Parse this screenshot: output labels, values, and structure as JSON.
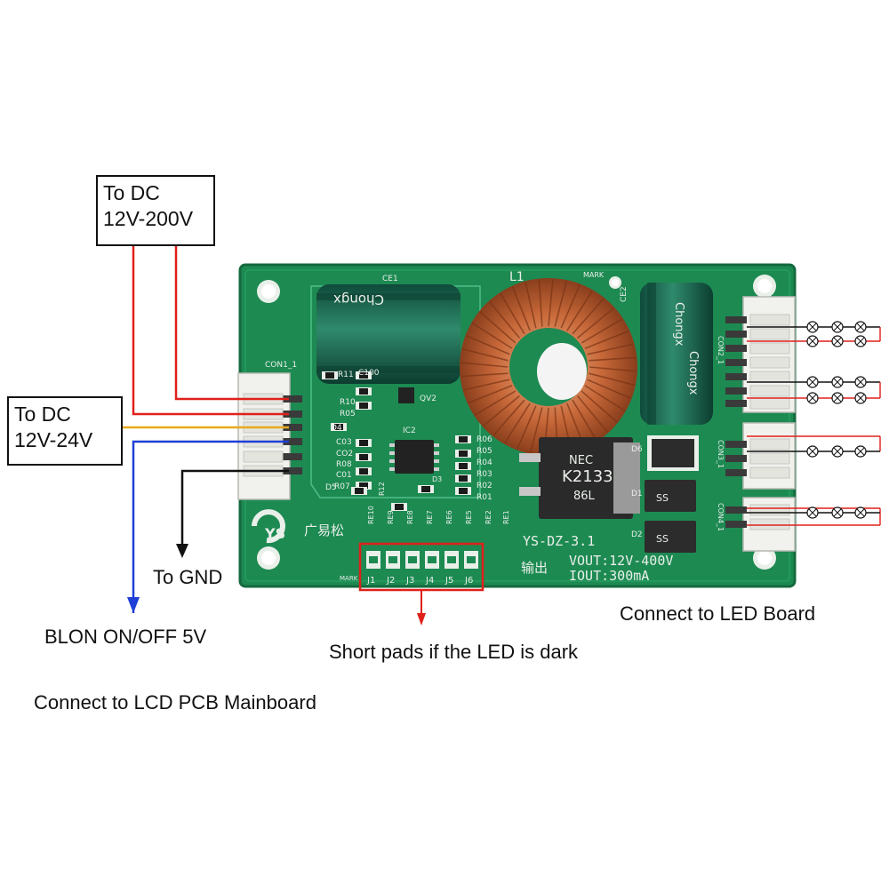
{
  "labels": {
    "dc_high_line1": "To DC",
    "dc_high_line2": "12V-200V",
    "dc_low_line1": "To DC",
    "dc_low_line2": "12V-24V",
    "gnd": "To GND",
    "blon": "BLON ON/OFF 5V",
    "lcd_mainboard": "Connect to LCD PCB Mainboard",
    "led_board": "Connect to LED Board",
    "short_pads": "Short pads if the LED is dark"
  },
  "board": {
    "model": "YS-DZ-3.1",
    "vout": "VOUT:12V-400V",
    "iout": "IOUT:300mA",
    "output_cn": "输出",
    "brand_cn": "广易松",
    "brand_logo": "YS",
    "inductor": "L1",
    "mark": "MARK",
    "cap1": "CE1",
    "cap2": "CE2",
    "cap_brand": "Chongx",
    "mosfet_line1": "NEC",
    "mosfet_line2": "K2133",
    "mosfet_line3": "86L",
    "diode_code": "SS",
    "ic": "IC2",
    "transistor": "QV2",
    "con1": "CON1_1",
    "con2": "CON2_1",
    "con3": "CON3_1",
    "con4": "CON4_1",
    "resistors_left": [
      "R11",
      "C100",
      "R10",
      "R05",
      "D4",
      "C03",
      "CO2",
      "R08",
      "C01",
      "R07",
      "D5"
    ],
    "resistors_right": [
      "R06",
      "R05",
      "R04",
      "R03",
      "R02",
      "R01"
    ],
    "re_labels": [
      "RE10",
      "RE9",
      "RE8",
      "RE7",
      "RE6",
      "RE5"
    ],
    "jumpers": [
      "J1",
      "J2",
      "J3",
      "J4",
      "J5",
      "J6"
    ],
    "diodes": [
      "D6",
      "D1",
      "D2"
    ],
    "misc": [
      "D3",
      "R12",
      "RE2",
      "RE1"
    ]
  },
  "colors": {
    "pcb": "#1d8a52",
    "wire_red": "#e0201a",
    "wire_yellow": "#e8a91c",
    "wire_blue": "#1f3fd6",
    "wire_black": "#111111",
    "highlight": "#e0201a"
  },
  "icons": [
    "led-symbol",
    "arrow-down-icon"
  ]
}
